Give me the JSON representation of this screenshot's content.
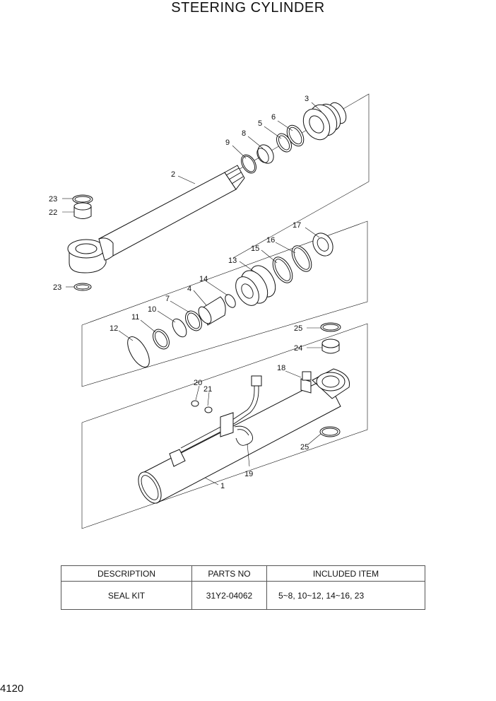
{
  "title": "STEERING CYLINDER",
  "page_number": "4120",
  "callouts": {
    "c1": "1",
    "c2": "2",
    "c3": "3",
    "c4": "4",
    "c5": "5",
    "c6": "6",
    "c7": "7",
    "c8": "8",
    "c9": "9",
    "c10": "10",
    "c11": "11",
    "c12": "12",
    "c13": "13",
    "c14": "14",
    "c15": "15",
    "c16": "16",
    "c17": "17",
    "c18": "18",
    "c19": "19",
    "c20": "20",
    "c21": "21",
    "c22": "22",
    "c23a": "23",
    "c23b": "23",
    "c24": "24",
    "c25a": "25",
    "c25b": "25"
  },
  "table": {
    "headers": [
      "DESCRIPTION",
      "PARTS NO",
      "INCLUDED ITEM"
    ],
    "rows": [
      [
        "SEAL KIT",
        "31Y2-04062",
        "5~8, 10~12, 14~16, 23"
      ]
    ]
  }
}
